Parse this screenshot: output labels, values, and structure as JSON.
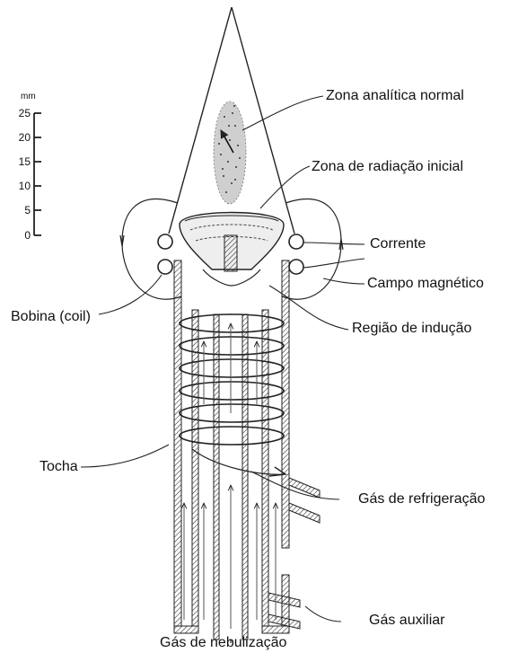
{
  "scale": {
    "unit": "mm",
    "ticks": [
      "25",
      "20",
      "15",
      "10",
      "5",
      "0"
    ]
  },
  "labels": {
    "zona_analitica": "Zona analítica normal",
    "zona_radiacao": "Zona de radiação inicial",
    "corrente": "Corrente",
    "campo_magnetico": "Campo magnético",
    "bobina": "Bobina (coil)",
    "regiao_inducao": "Região de indução",
    "tocha": "Tocha",
    "gas_refrigeracao": "Gás de refrigeração",
    "gas_auxiliar": "Gás auxiliar",
    "gas_nebulizacao": "Gás de nebulização"
  }
}
